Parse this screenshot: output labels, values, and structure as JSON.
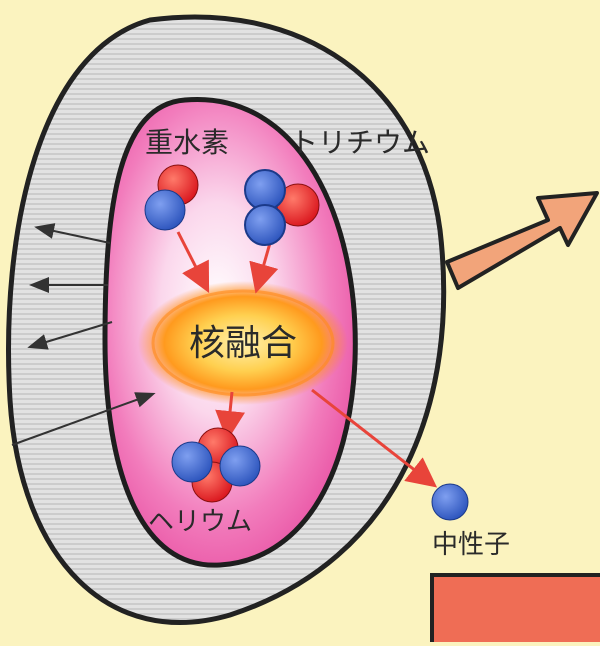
{
  "labels": {
    "deuterium": "重水素",
    "tritium": "トリチウム",
    "fusion": "核融合",
    "helium": "ヘリウム",
    "neutron": "中性子"
  },
  "colors": {
    "background": "#fbf3bf",
    "blanket": "#dcdcdc",
    "plasma": "#ef5aa8",
    "proton": "#e8262c",
    "neutron": "#3c66c8",
    "reaction_arrow": "#e8443a",
    "fusion_core": "#ffb020",
    "outlet_arrow": "#f2a47a"
  }
}
